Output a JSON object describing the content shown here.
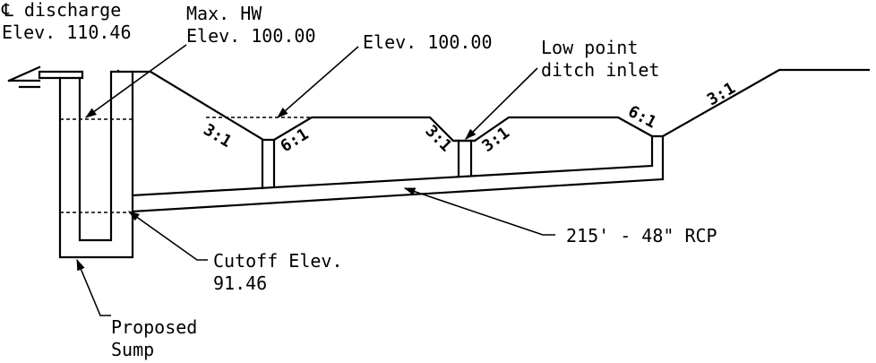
{
  "labels": {
    "cl_discharge_line1": "℄ discharge",
    "cl_discharge_line2": "Elev. 110.46",
    "max_hw_line1": "Max. HW",
    "max_hw_line2": "Elev. 100.00",
    "elev_100": "Elev. 100.00",
    "low_point_line1": "Low point",
    "low_point_line2": "ditch inlet",
    "pipe": "215' - 48\" RCP",
    "cutoff_line1": "Cutoff Elev.",
    "cutoff_line2": "91.46",
    "sump_line1": "Proposed",
    "sump_line2": "Sump"
  },
  "slopes": {
    "s1": "3:1",
    "s2": "6:1",
    "s3": "3:1",
    "s4": "3:1",
    "s5": "6:1",
    "s6": "3:1"
  }
}
